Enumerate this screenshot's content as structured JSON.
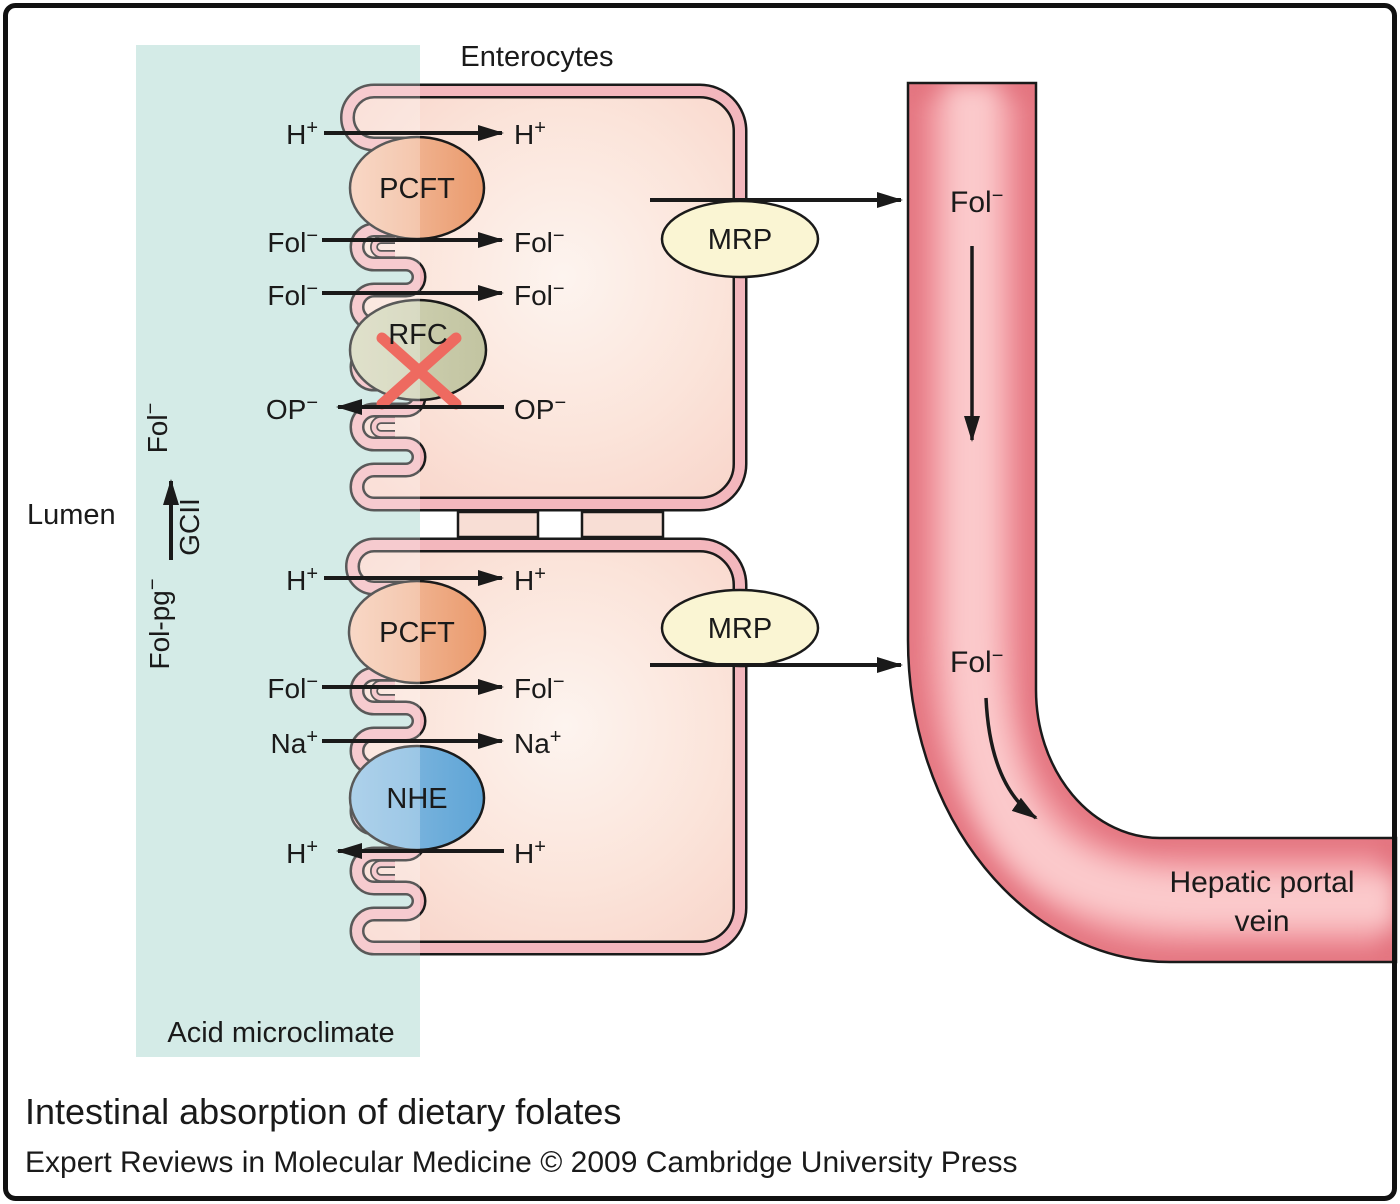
{
  "colors": {
    "teal_band": "#c4e3de",
    "membrane_pink": "#f3b7bd",
    "outline_black": "#1a1a1a",
    "mrp_fill": "#faf5d3",
    "vein_fill": "#f0959d",
    "cross_red": "#ee6a60",
    "junction_block": "#f8ded5"
  },
  "header": {
    "enterocytes_label": "Enterocytes"
  },
  "lumen": {
    "label": "Lumen",
    "acid_label": "Acid microclimate",
    "gcii_reaction": {
      "substrate": {
        "base": "Fol-pg",
        "sup": "−"
      },
      "enzyme": "GCII",
      "product": {
        "base": "Fol",
        "sup": "−"
      }
    }
  },
  "cell1": {
    "transporters": {
      "pcft": "PCFT",
      "rfc": "RFC",
      "mrp": "MRP"
    },
    "rows": [
      {
        "left": {
          "base": "H",
          "sup": "+"
        },
        "right": {
          "base": "H",
          "sup": "+"
        }
      },
      {
        "left": {
          "base": "Fol",
          "sup": "−"
        },
        "right": {
          "base": "Fol",
          "sup": "−"
        }
      },
      {
        "left": {
          "base": "Fol",
          "sup": "−"
        },
        "right": {
          "base": "Fol",
          "sup": "−"
        }
      },
      {
        "left": {
          "base": "OP",
          "sup": "−"
        },
        "right": {
          "base": "OP",
          "sup": "−"
        }
      }
    ]
  },
  "cell2": {
    "transporters": {
      "pcft": "PCFT",
      "nhe": "NHE",
      "mrp": "MRP"
    },
    "rows": [
      {
        "left": {
          "base": "H",
          "sup": "+"
        },
        "right": {
          "base": "H",
          "sup": "+"
        }
      },
      {
        "left": {
          "base": "Fol",
          "sup": "−"
        },
        "right": {
          "base": "Fol",
          "sup": "−"
        }
      },
      {
        "left": {
          "base": "Na",
          "sup": "+"
        },
        "right": {
          "base": "Na",
          "sup": "+"
        }
      },
      {
        "left": {
          "base": "H",
          "sup": "+"
        },
        "right": {
          "base": "H",
          "sup": "+"
        }
      }
    ]
  },
  "vein": {
    "fol_upper": {
      "base": "Fol",
      "sup": "−"
    },
    "fol_lower": {
      "base": "Fol",
      "sup": "−"
    },
    "name_line1": "Hepatic portal",
    "name_line2": "vein"
  },
  "footer": {
    "title": "Intestinal absorption of dietary folates",
    "credit": "Expert Reviews in Molecular Medicine © 2009 Cambridge University Press"
  }
}
